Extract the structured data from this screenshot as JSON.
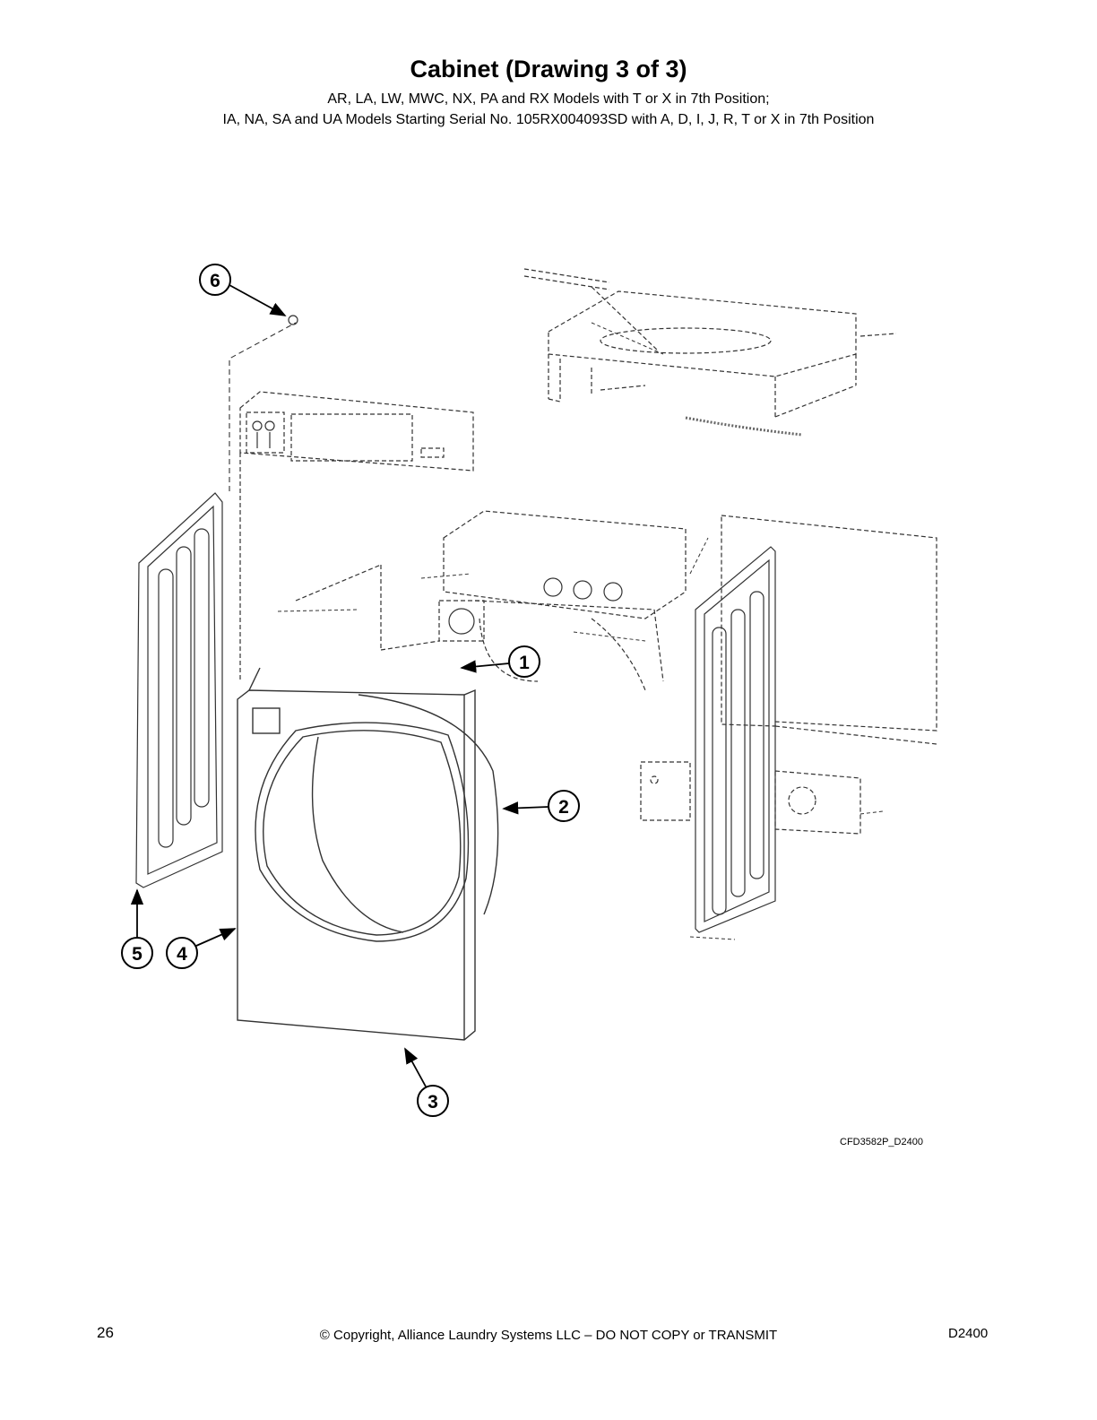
{
  "header": {
    "title": "Cabinet (Drawing 3 of 3)",
    "subtitle_line1": "AR, LA, LW, MWC, NX, PA and RX Models with T or X in 7th Position;",
    "subtitle_line2": "IA, NA, SA and UA Models Starting Serial No. 105RX004093SD with A, D, I, J, R, T or X in 7th Position"
  },
  "diagram": {
    "callouts": [
      "1",
      "2",
      "3",
      "4",
      "5",
      "6"
    ],
    "drawing_id": "CFD3582P_D2400"
  },
  "footer": {
    "page_number": "26",
    "copyright": "© Copyright, Alliance Laundry Systems LLC – DO NOT COPY or TRANSMIT",
    "doc_id": "D2400"
  }
}
